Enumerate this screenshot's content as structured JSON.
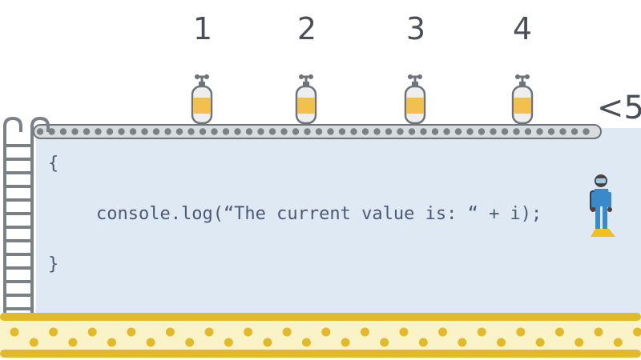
{
  "numbers": [
    "1",
    "2",
    "3",
    "4"
  ],
  "limit_label": "<5",
  "code": {
    "open_brace": "{",
    "statement": "console.log(“The current value is: “ + i);",
    "close_brace": "}"
  },
  "colors": {
    "water": "#dfe9f4",
    "text": "#4a4f57",
    "code_text": "#4b5a74",
    "tank_band": "#f2c04f",
    "sand": "#faf3c8",
    "sand_border": "#e2b92a",
    "conveyor": "#cfd3d6"
  },
  "icons": [
    "air-tank-icon",
    "diver-icon",
    "ladder-icon",
    "conveyor-belt-icon"
  ]
}
